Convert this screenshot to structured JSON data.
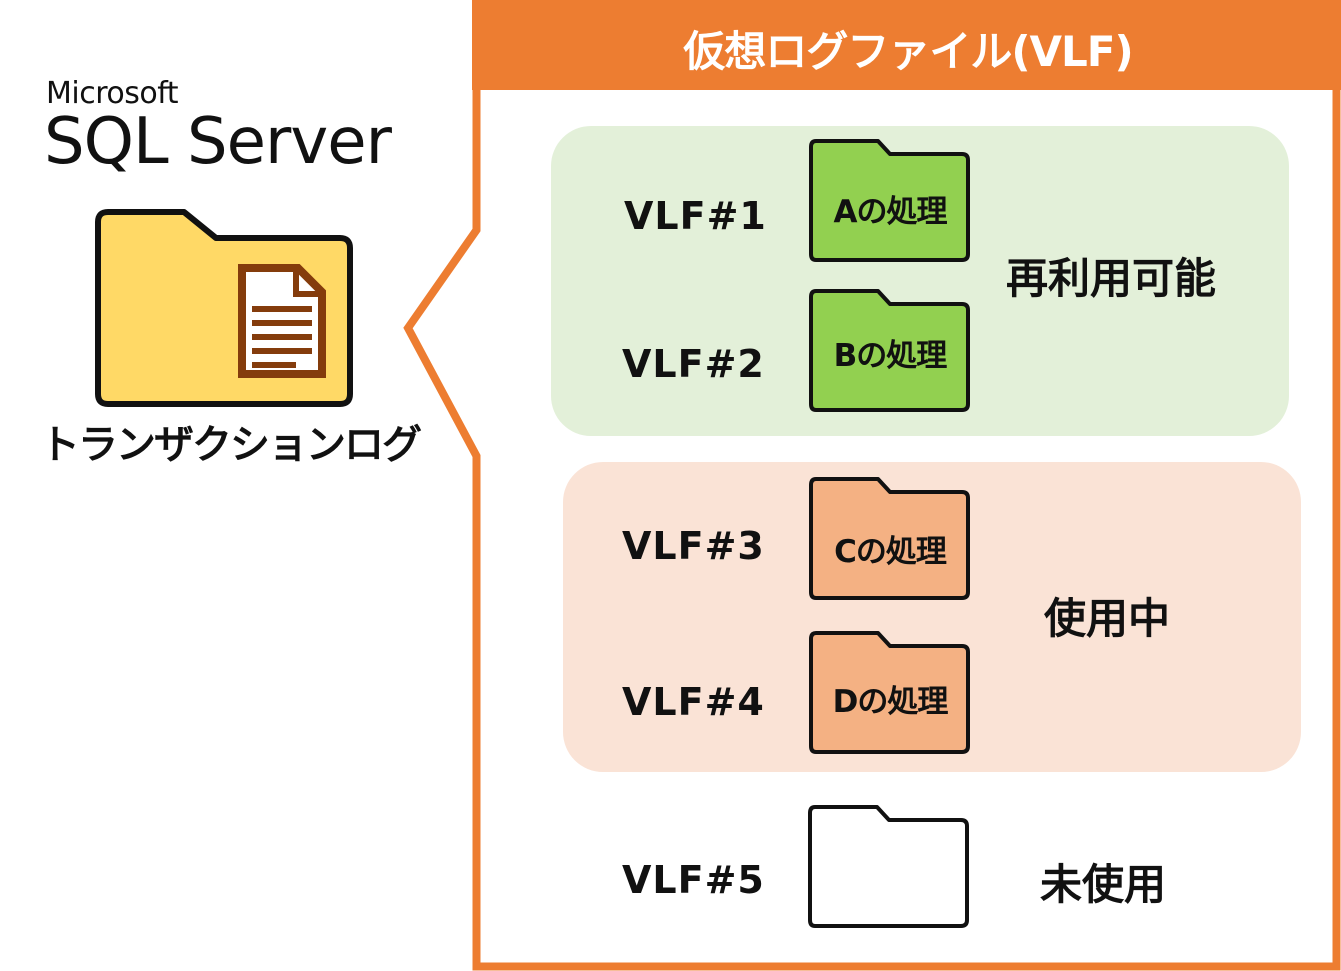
{
  "brand": {
    "company": "Microsoft",
    "product": "SQL Server"
  },
  "transaction_log": {
    "caption": "トランザクションログ",
    "icon": "folder-with-document-icon"
  },
  "panel": {
    "title": "仮想ログファイル(VLF)"
  },
  "vlfs": [
    {
      "label": "VLF#1",
      "content": "Aの処理"
    },
    {
      "label": "VLF#2",
      "content": "Bの処理"
    },
    {
      "label": "VLF#3",
      "content": "Cの処理"
    },
    {
      "label": "VLF#4",
      "content": "Dの処理"
    },
    {
      "label": "VLF#5",
      "content": ""
    }
  ],
  "statuses": {
    "reusable": "再利用可能",
    "in_use": "使用中",
    "unused": "未使用"
  },
  "colors": {
    "frame_orange": "#ed7d31",
    "reusable_bg": "#e3f0d9",
    "reusable_folder": "#92d050",
    "in_use_bg": "#fae3d6",
    "in_use_folder": "#f4b183",
    "unused_folder": "#ffffff",
    "log_folder": "#ffd966",
    "document_color": "#843c0c"
  }
}
